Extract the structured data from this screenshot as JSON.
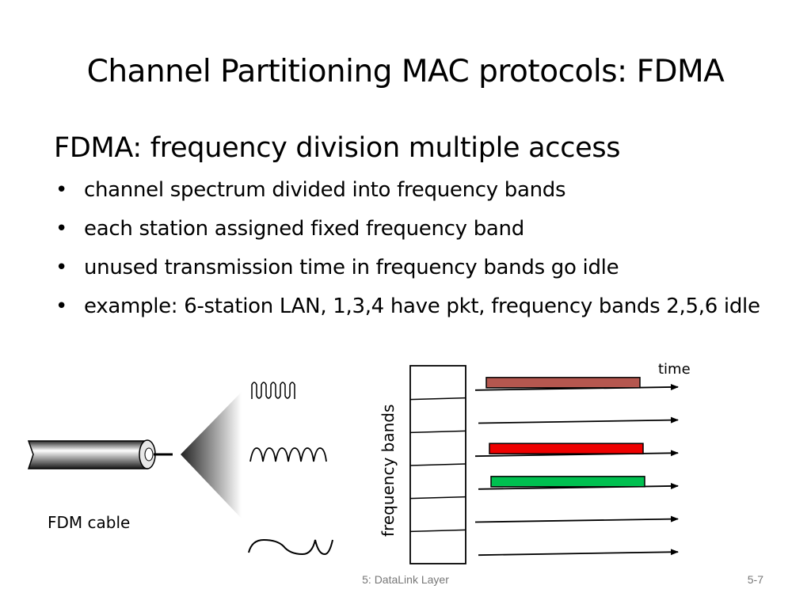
{
  "title": "Channel Partitioning MAC protocols: FDMA",
  "subtitle": "FDMA: frequency division multiple access",
  "bullets": [
    "channel spectrum divided into frequency bands",
    "each station assigned fixed frequency band",
    "unused transmission time in frequency bands go idle",
    "example: 6-station LAN, 1,3,4 have pkt, frequency bands 2,5,6 idle"
  ],
  "diagram": {
    "cable_label": "FDM cable",
    "axis_label": "frequency bands",
    "time_label": "time",
    "bands": [
      {
        "band": 1,
        "has_packet": true,
        "color": "#b5574f"
      },
      {
        "band": 2,
        "has_packet": false,
        "color": ""
      },
      {
        "band": 3,
        "has_packet": true,
        "color": "#ee0000"
      },
      {
        "band": 4,
        "has_packet": true,
        "color": "#00c050"
      },
      {
        "band": 5,
        "has_packet": false,
        "color": ""
      },
      {
        "band": 6,
        "has_packet": false,
        "color": ""
      }
    ]
  },
  "colors": {
    "accent": "#e31b23"
  },
  "footer": {
    "center": "5: DataLink Layer",
    "page": "5-7"
  }
}
